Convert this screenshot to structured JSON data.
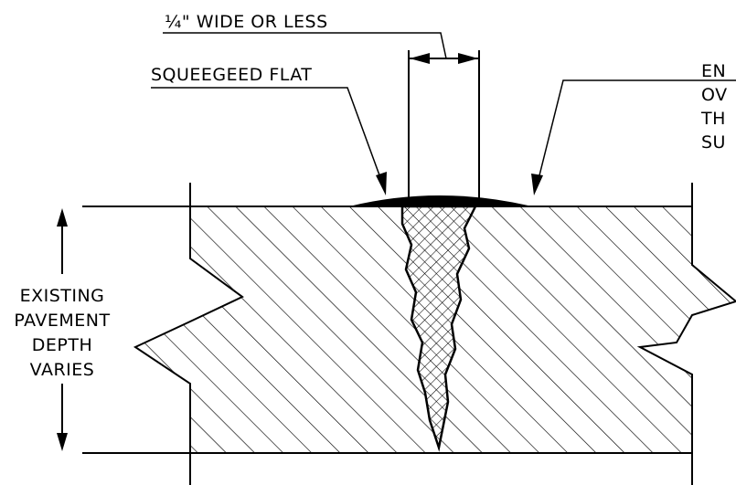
{
  "labels": {
    "width_note": "¼\" WIDE OR LESS",
    "squeegeed": "SQUEEGEED FLAT",
    "right_note_line1": "EN",
    "right_note_line2": "OV",
    "right_note_line3": "TH",
    "right_note_line4": "SU",
    "depth_line1": "EXISTING",
    "depth_line2": "PAVEMENT",
    "depth_line3": "DEPTH",
    "depth_line4": "VARIES"
  }
}
